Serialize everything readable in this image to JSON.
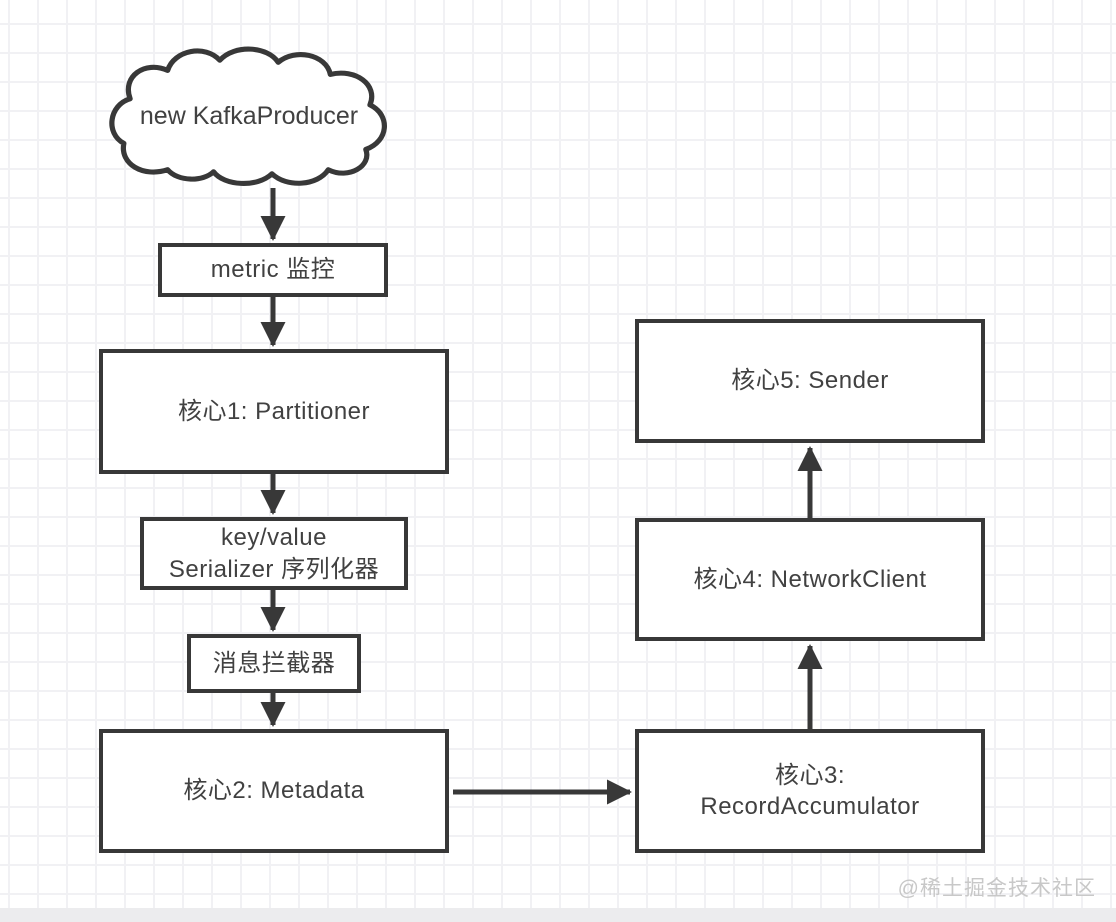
{
  "diagram": {
    "kind": "flowchart",
    "topic": "KafkaProducer core components",
    "nodes": {
      "kafka_producer": {
        "shape": "cloud",
        "label": "new KafkaProducer"
      },
      "metric": {
        "shape": "rect",
        "label": "metric 监控"
      },
      "core1": {
        "shape": "rect",
        "label": "核心1: Partitioner"
      },
      "serializer": {
        "shape": "rect",
        "label_line1": "key/value",
        "label_line2": "Serializer 序列化器"
      },
      "interceptor": {
        "shape": "rect",
        "label": "消息拦截器"
      },
      "core2": {
        "shape": "rect",
        "label": "核心2: Metadata"
      },
      "core3": {
        "shape": "rect",
        "label_line1": "核心3:",
        "label_line2": "RecordAccumulator"
      },
      "core4": {
        "shape": "rect",
        "label": "核心4: NetworkClient"
      },
      "core5": {
        "shape": "rect",
        "label": "核心5: Sender"
      }
    },
    "edges": [
      {
        "from": "new KafkaProducer",
        "to": "metric 监控",
        "direction": "down"
      },
      {
        "from": "metric 监控",
        "to": "核心1: Partitioner",
        "direction": "down"
      },
      {
        "from": "核心1: Partitioner",
        "to": "key/value Serializer 序列化器",
        "direction": "down"
      },
      {
        "from": "key/value Serializer 序列化器",
        "to": "消息拦截器",
        "direction": "down"
      },
      {
        "from": "消息拦截器",
        "to": "核心2: Metadata",
        "direction": "down"
      },
      {
        "from": "核心2: Metadata",
        "to": "核心3: RecordAccumulator",
        "direction": "right"
      },
      {
        "from": "核心3: RecordAccumulator",
        "to": "核心4: NetworkClient",
        "direction": "up"
      },
      {
        "from": "核心4: NetworkClient",
        "to": "核心5: Sender",
        "direction": "up"
      }
    ],
    "colors": {
      "stroke": "#383838",
      "text": "#414141",
      "grid_line": "#f1f1f4",
      "background": "#ffffff",
      "watermark_text": "#c8c8c8",
      "bottom_strip": "#ececee"
    }
  },
  "watermark": {
    "text": "@稀土掘金技术社区"
  }
}
